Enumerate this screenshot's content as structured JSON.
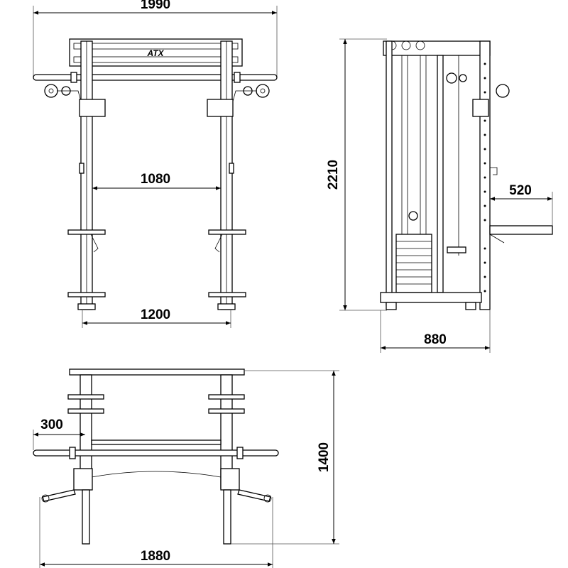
{
  "brand": "ATX",
  "views": {
    "front": {
      "overall_width": "1990",
      "inner_width": "1080",
      "base_width": "1200"
    },
    "side": {
      "height": "2210",
      "arm_depth": "520",
      "depth": "880"
    },
    "top": {
      "bar_overhang": "300",
      "depth": "1400",
      "overall_width": "1880"
    }
  }
}
